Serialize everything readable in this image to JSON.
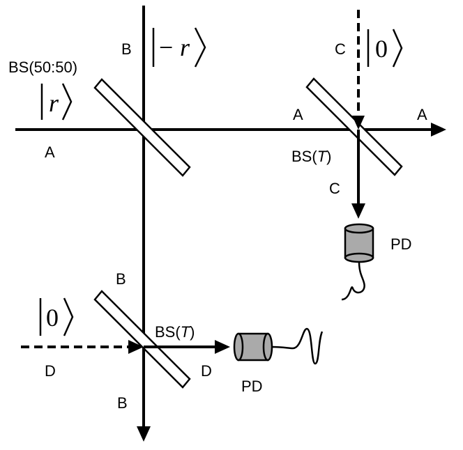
{
  "diagram": {
    "beamsplitter_main_label": "BS(50:50)",
    "beamsplitter_t_prefix": "BS(",
    "beamsplitter_t_var": "T",
    "beamsplitter_t_suffix": ")",
    "detector_label": "PD",
    "mode_labels": {
      "a": "A",
      "b": "B",
      "c": "C",
      "d": "D"
    },
    "states": {
      "r_var": "r",
      "minus_r_sign": "−",
      "minus_r_var": "r",
      "vacuum_value": "0"
    }
  }
}
